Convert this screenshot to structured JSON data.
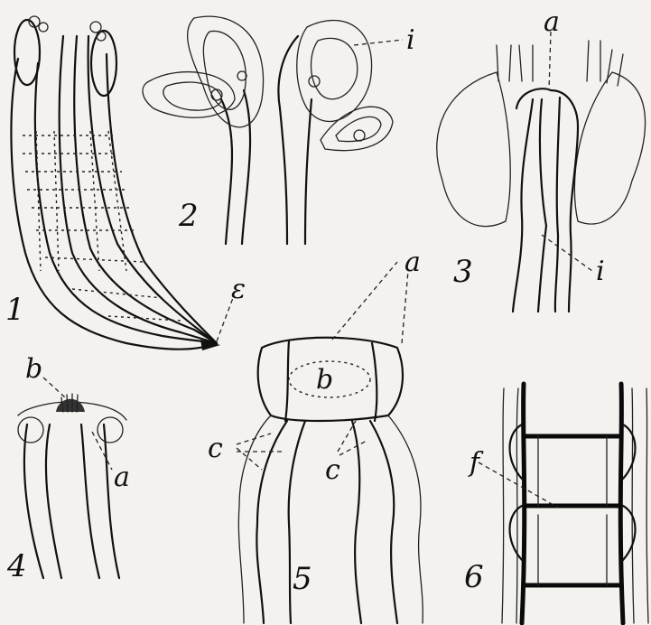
{
  "figures": [
    {
      "number": "1",
      "labels": [
        "ε"
      ]
    },
    {
      "number": "2",
      "labels": [
        "i"
      ]
    },
    {
      "number": "3",
      "labels": [
        "a",
        "i"
      ]
    },
    {
      "number": "4",
      "labels": [
        "b",
        "a"
      ]
    },
    {
      "number": "5",
      "labels": [
        "a",
        "b",
        "c",
        "c"
      ]
    },
    {
      "number": "6",
      "labels": [
        "f"
      ]
    }
  ]
}
